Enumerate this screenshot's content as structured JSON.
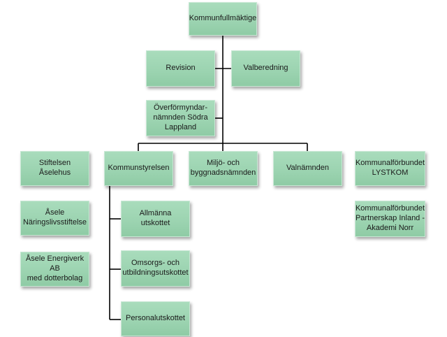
{
  "boxes": {
    "kommunfullmaktige": "Kommunfullmäktige",
    "revision": "Revision",
    "valberedning": "Valberedning",
    "overformyndar_line1": "Överförmyndar-",
    "overformyndar_line2": "nämnden Södra",
    "overformyndar_line3": "Lappland",
    "stiftelsen_aselehus": "Stiftelsen Åselehus",
    "kommunstyrelsen": "Kommunstyrelsen",
    "miljo_line1": "Miljö- och",
    "miljo_line2": "byggnadsnämnden",
    "valnamnden": "Valnämnden",
    "lystkom_line1": "Kommunalförbundet",
    "lystkom_line2": "LYSTKOM",
    "naring_line1": "Åsele",
    "naring_line2": "Näringslivsstiftelse",
    "energi_line1": "Åsele Energiverk AB",
    "energi_line2": "med dotterbolag",
    "partnerskap_line1": "Kommunalförbundet",
    "partnerskap_line2": "Partnerskap Inland -",
    "partnerskap_line3": "Akademi Norr",
    "allmanna_utskottet": "Allmänna utskottet",
    "omsorg_line1": "Omsorgs- och",
    "omsorg_line2": "utbildningsutskottet",
    "personalutskottet": "Personalutskottet"
  },
  "colors": {
    "box_fill": "#9bd3b0",
    "box_border": "#c9e8d5",
    "connector": "#000000"
  }
}
